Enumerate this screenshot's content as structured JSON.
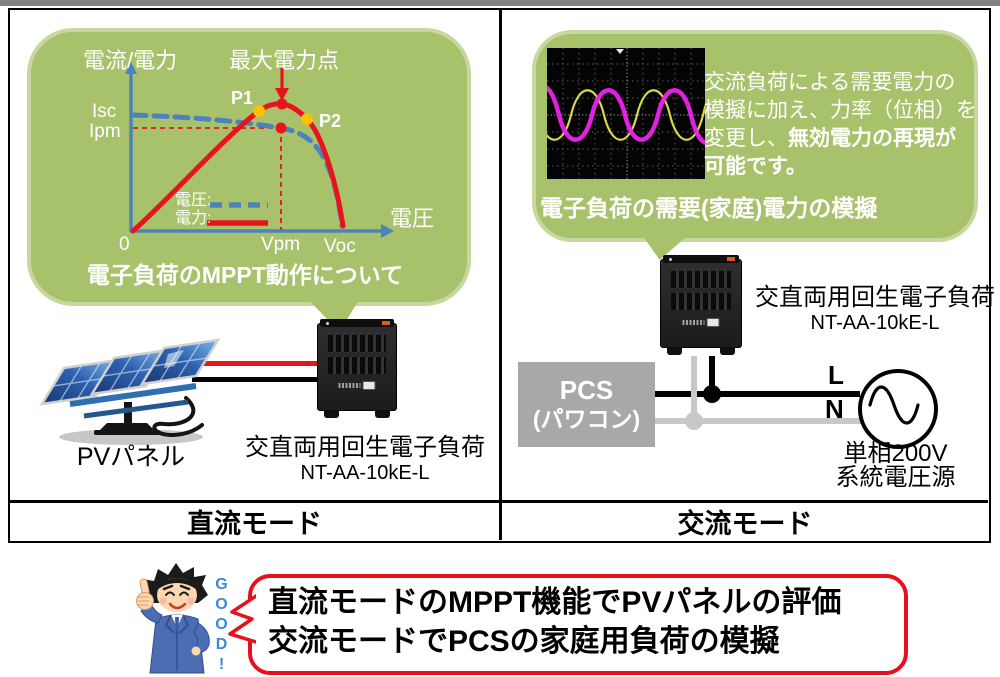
{
  "left_panel": {
    "mode_label": "直流モード",
    "pv_label": "PVパネル",
    "device_label": "交直両用回生電子負荷",
    "device_model": "NT-AA-10kE-L"
  },
  "right_panel": {
    "mode_label": "交流モード",
    "bubble_text": {
      "line1": "交流負荷による需要電力の",
      "line2": "模擬に加え、力率（位相）を",
      "line3_normal": "変更し、",
      "line3_bold": "無効電力の再現が",
      "line4_bold": "可能です。"
    },
    "bubble_caption": "電子負荷の需要(家庭)電力の模擬",
    "device_label": "交直両用回生電子負荷",
    "device_model": "NT-AA-10kE-L",
    "pcs_label_line1": "PCS",
    "pcs_label_line2": "(パワコン)",
    "wire_l": "L",
    "wire_n": "N",
    "source_line1": "単相200V",
    "source_line2": "系統電圧源"
  },
  "footer": {
    "good_text": "GOOD!",
    "callout_line1": "直流モードのMPPT機能でPVパネルの評価",
    "callout_line2": "交流モードでPCSの家庭用負荷の模擬"
  },
  "colors": {
    "bubble_green": "#a7c26b",
    "bubble_green_border": "#c6d89e",
    "axis_blue": "#4f81bd",
    "curve_red": "#e8141c",
    "point_orange": "#ffc000",
    "pcs_gray": "#a8a8a8",
    "wire_gray": "#c8c8c8",
    "callout_red": "#e8101c",
    "good_blue": "#3d8ad2",
    "scope_yellow": "#d8d84a",
    "scope_magenta": "#ee22ee"
  },
  "chart_data": [
    {
      "type": "line",
      "title": "電子負荷のMPPT動作について",
      "xlabel": "電圧",
      "ylabel": "電流/電力",
      "x_ticks": [
        "0",
        "Vpm",
        "Voc"
      ],
      "y_ticks": [
        "Isc",
        "Ipm"
      ],
      "legend": [
        "電圧:",
        "電力:"
      ],
      "annotations": [
        "最大電力点",
        "P1",
        "P2"
      ],
      "grid": false,
      "legend_position": "inside-lower-center",
      "series": [
        {
          "name": "電圧",
          "style": "dashed",
          "color": "#4f81bd",
          "points_norm_xy": [
            [
              0,
              0.92
            ],
            [
              0.35,
              0.9
            ],
            [
              0.6,
              0.87
            ],
            [
              0.71,
              0.82
            ],
            [
              0.83,
              0.62
            ],
            [
              0.93,
              0.3
            ],
            [
              1.0,
              0.03
            ]
          ]
        },
        {
          "name": "電力",
          "style": "solid",
          "color": "#e8141c",
          "points_norm_xy": [
            [
              0,
              0
            ],
            [
              0.25,
              0.33
            ],
            [
              0.48,
              0.73
            ],
            [
              0.6,
              0.93
            ],
            [
              0.71,
              1.0
            ],
            [
              0.83,
              0.87
            ],
            [
              0.93,
              0.45
            ],
            [
              1.0,
              0.03
            ]
          ]
        }
      ]
    },
    {
      "type": "line",
      "title": "",
      "grid": true,
      "series": [
        {
          "name": "yellow-sine",
          "color": "#d8d84a",
          "periods_visible": 2.4
        },
        {
          "name": "magenta-sine",
          "color": "#ee22ee",
          "periods_visible": 2.4,
          "phase_lag_deg": 115
        }
      ]
    }
  ]
}
